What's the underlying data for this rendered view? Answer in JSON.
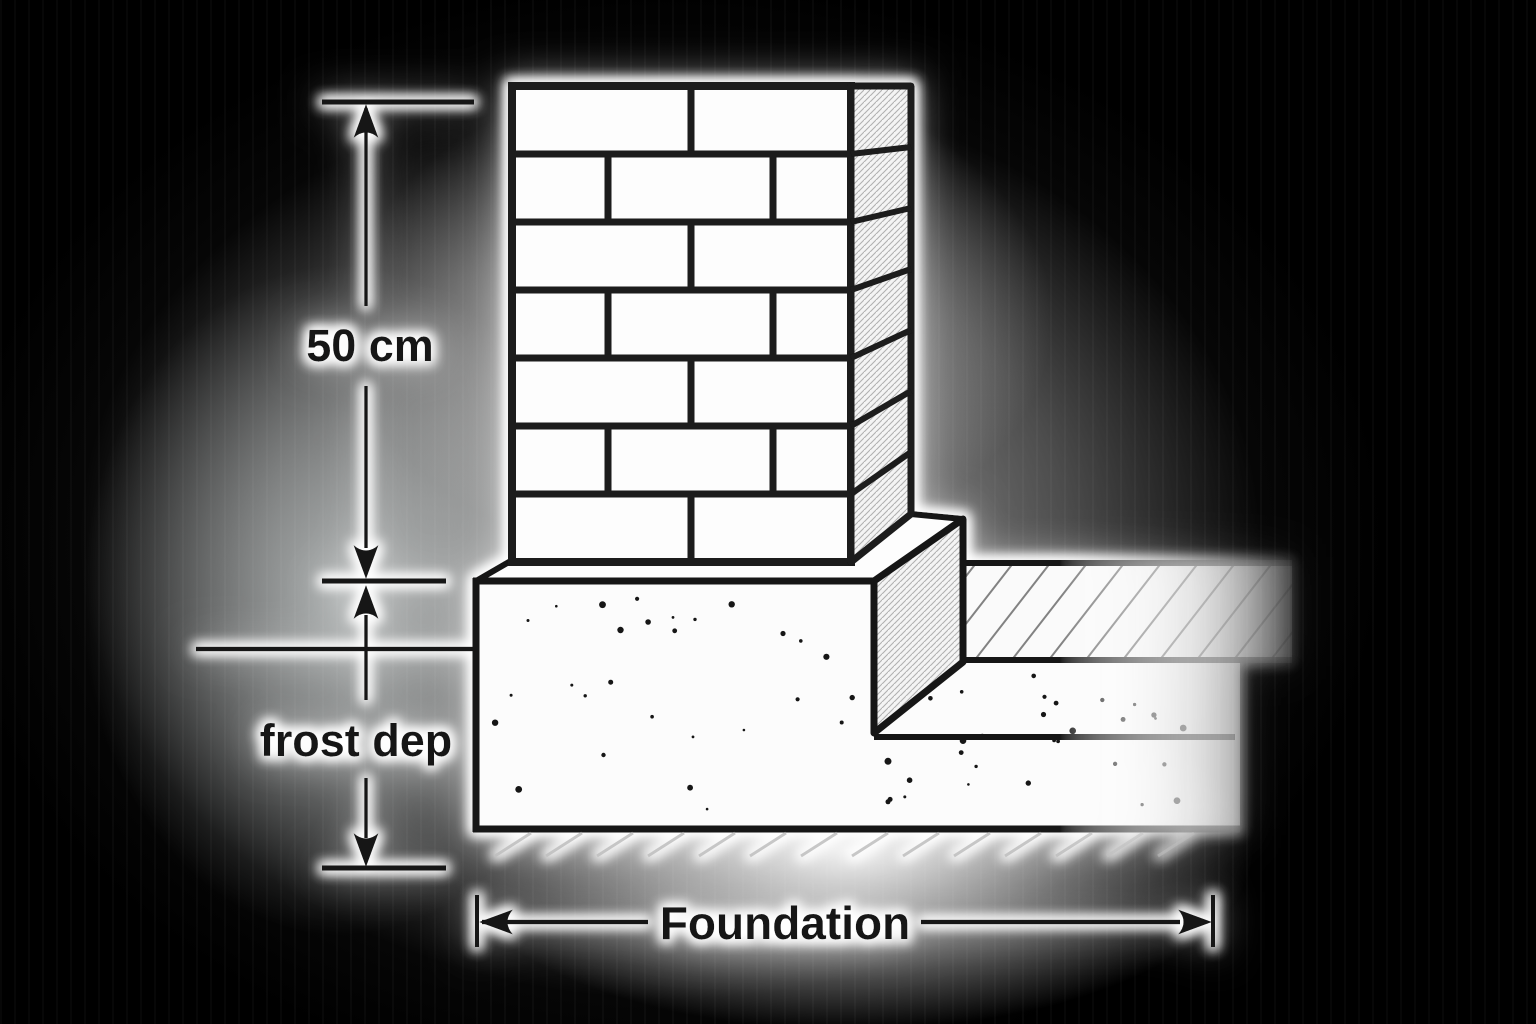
{
  "diagram": {
    "type": "construction-foundation-detail",
    "labels": {
      "wall_height": "50 cm",
      "frost_depth": "frost dep",
      "foundation_width": "Foundation"
    },
    "colors": {
      "ink": "#141414",
      "background": "#000000",
      "glow": "#ffffff",
      "brick_fill": "#fdfdfd",
      "concrete_fill": "#fcfcfc",
      "soil_hatch": "#5a5a5a"
    }
  }
}
